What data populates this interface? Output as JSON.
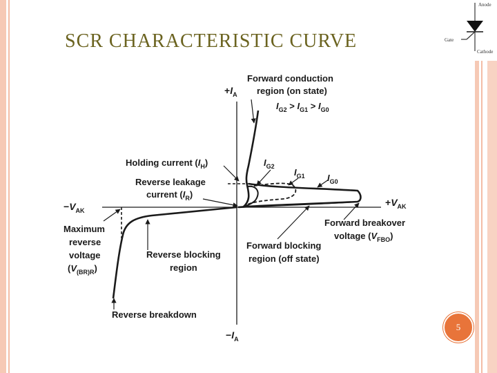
{
  "slide": {
    "title": "SCR CHARACTERISTIC CURVE",
    "page_number": "5",
    "colors": {
      "title": "#6b6320",
      "frame": "#f6c9b5",
      "badge": "#e8743a"
    }
  },
  "symbol": {
    "anode": "Anode",
    "gate": "Gate",
    "cathode": "Cathode"
  },
  "diagram": {
    "axes": {
      "pos_y": {
        "sign": "+",
        "var": "I",
        "sub": "A"
      },
      "neg_y": {
        "sign": "−",
        "var": "I",
        "sub": "A"
      },
      "pos_x": {
        "sign": "+",
        "var": "V",
        "sub": "AK"
      },
      "neg_x": {
        "sign": "−",
        "var": "V",
        "sub": "AK"
      }
    },
    "labels": {
      "forward_conduction_1": "Forward conduction",
      "forward_conduction_2": "region (on state)",
      "gate_order": {
        "i": "I",
        "g2": "G2",
        "gt1": " > ",
        "g1": "G1",
        "gt2": " > ",
        "g0": "G0"
      },
      "holding_current": {
        "text": "Holding current (",
        "var": "I",
        "sub": "H",
        "close": ")"
      },
      "reverse_leakage_1": "Reverse leakage",
      "reverse_leakage_2": {
        "text": "current (",
        "var": "I",
        "sub": "R",
        "close": ")"
      },
      "ig2": {
        "var": "I",
        "sub": "G2"
      },
      "ig1": {
        "var": "I",
        "sub": "G1"
      },
      "ig0": {
        "var": "I",
        "sub": "G0"
      },
      "max_rev_1": "Maximum",
      "max_rev_2": "reverse",
      "max_rev_3": "voltage",
      "max_rev_4": {
        "open": "(",
        "var": "V",
        "sub": "(BR)R",
        "close": ")"
      },
      "rev_blocking_1": "Reverse blocking",
      "rev_blocking_2": "region",
      "fwd_blocking_1": "Forward blocking",
      "fwd_blocking_2": "region (off state)",
      "fwd_breakover_1": "Forward breakover",
      "fwd_breakover_2": {
        "text": "voltage (",
        "var": "V",
        "sub": "FBO",
        "close": ")"
      },
      "reverse_breakdown": "Reverse breakdown"
    }
  }
}
